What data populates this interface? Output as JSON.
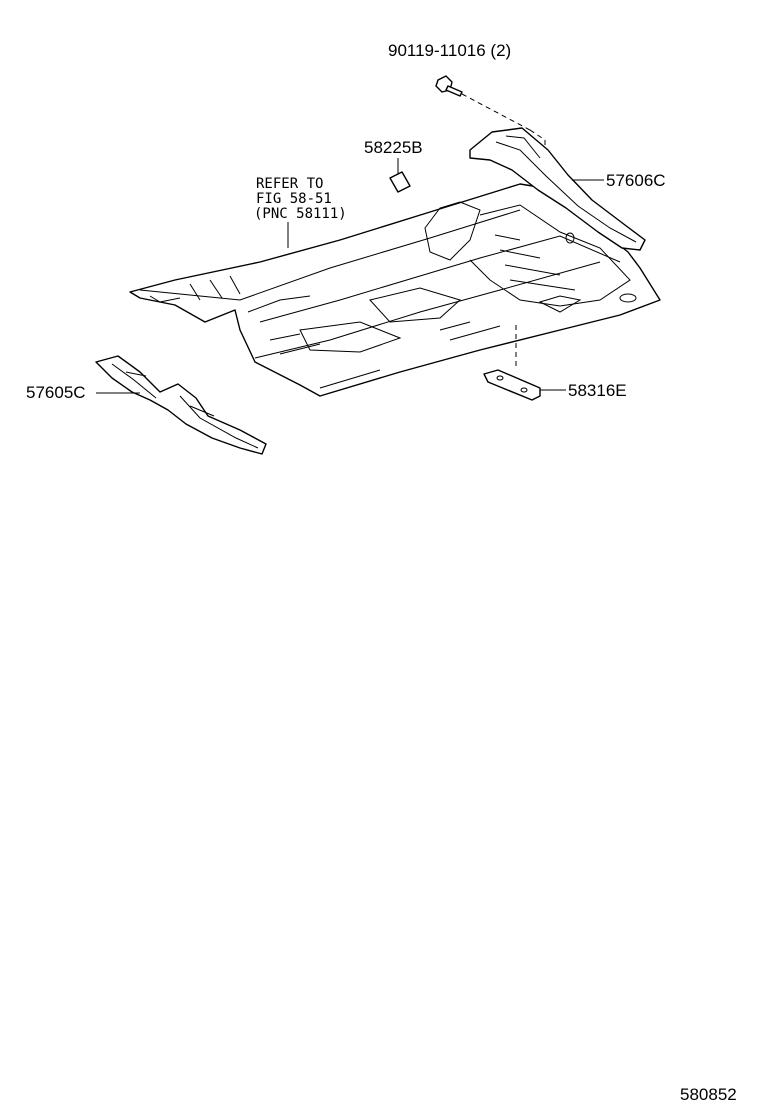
{
  "parts": {
    "bolt_label": "90119-11016 (2)",
    "part_58225b": "58225B",
    "part_57606c": "57606C",
    "part_57605c": "57605C",
    "part_58316e": "58316E"
  },
  "reference_note": {
    "line1": "REFER TO",
    "line2": "FIG 58-51",
    "line3": "(PNC 58111)"
  },
  "figure_id": "580852"
}
